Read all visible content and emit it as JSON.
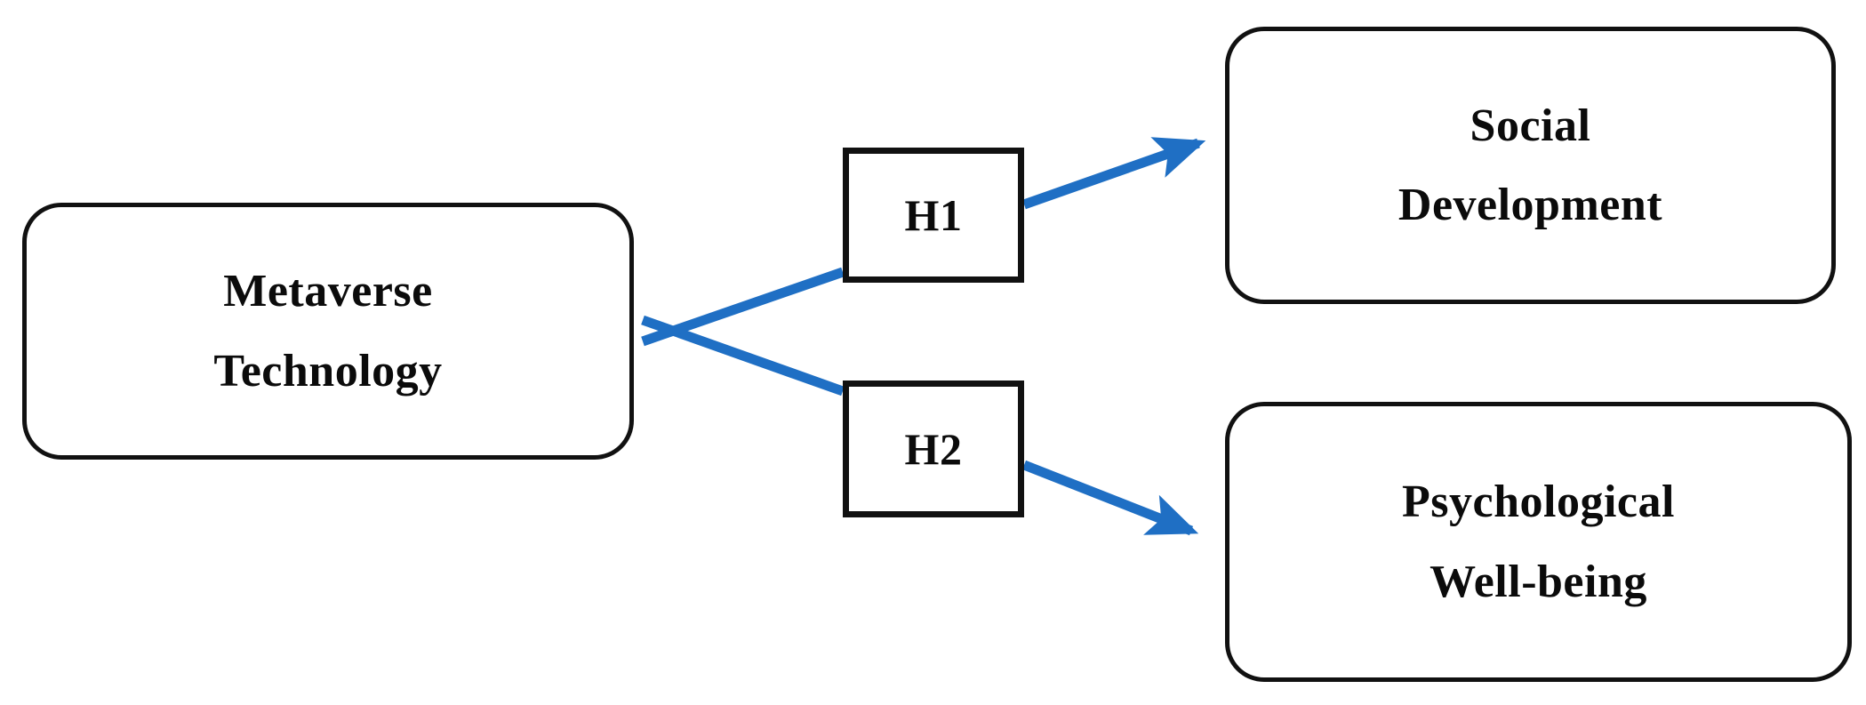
{
  "diagram": {
    "title": "Metaverse Technology research model",
    "type": "conceptual-hypothesis-model",
    "colors": {
      "connector_blue": "#1f6fc4",
      "node_border": "#111111",
      "node_fill": "#ffffff",
      "text": "#0b0b0b",
      "background": "#ffffff"
    },
    "nodes": {
      "source": {
        "id": "metaverse-technology",
        "shape": "rounded-rectangle",
        "lines": [
          "Metaverse",
          "Technology"
        ]
      },
      "hypothesis_1": {
        "id": "h1",
        "shape": "rectangle",
        "label": "H1"
      },
      "hypothesis_2": {
        "id": "h2",
        "shape": "rectangle",
        "label": "H2"
      },
      "outcome_1": {
        "id": "social-development",
        "shape": "rounded-rectangle",
        "lines": [
          "Social",
          "Development"
        ]
      },
      "outcome_2": {
        "id": "psychological-well-being",
        "shape": "rounded-rectangle",
        "lines": [
          "Psychological",
          "Well-being"
        ]
      }
    },
    "connectors": [
      {
        "id": "source-to-h1",
        "from": "metaverse-technology",
        "to": "h1",
        "style": "plain-line",
        "color": "#1f6fc4"
      },
      {
        "id": "source-to-h2",
        "from": "metaverse-technology",
        "to": "h2",
        "style": "plain-line",
        "color": "#1f6fc4"
      },
      {
        "id": "h1-to-social-development",
        "from": "h1",
        "to": "social-development",
        "style": "arrow",
        "color": "#1f6fc4"
      },
      {
        "id": "h2-to-psychological-well-being",
        "from": "h2",
        "to": "psychological-well-being",
        "style": "arrow",
        "color": "#1f6fc4"
      }
    ]
  }
}
